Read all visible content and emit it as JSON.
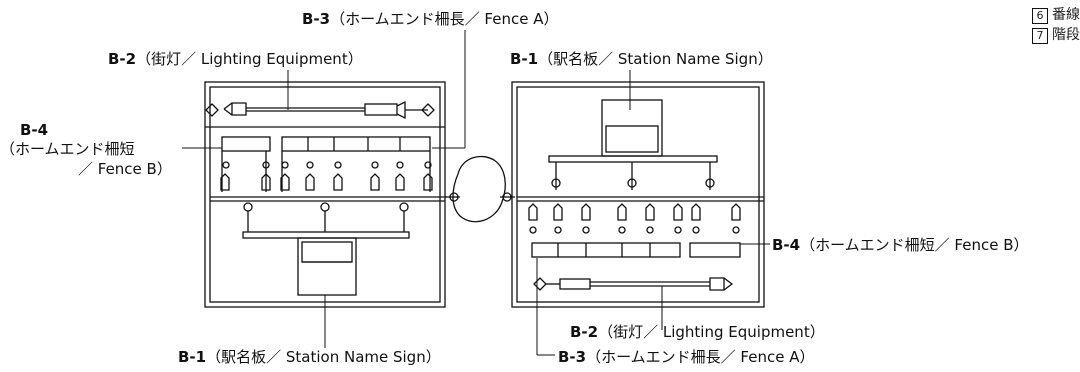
{
  "labels": {
    "b3_top": {
      "code": "B-3",
      "text": "（ホームエンド柵長／ Fence A）"
    },
    "b2_top": {
      "code": "B-2",
      "text": "（街灯／ Lighting Equipment）"
    },
    "b1_top": {
      "code": "B-1",
      "text": "（駅名板／ Station Name Sign）"
    },
    "b4_left_code": "B-4",
    "b4_left_line1": "（ホームエンド柵短",
    "b4_left_line2": "／ Fence B）",
    "b4_right": {
      "code": "B-4",
      "text": "（ホームエンド柵短／ Fence B）"
    },
    "b2_bottom": {
      "code": "B-2",
      "text": "（街灯／ Lighting Equipment）"
    },
    "b1_bottom": {
      "code": "B-1",
      "text": "（駅名板／ Station Name Sign）"
    },
    "b3_bottom": {
      "code": "B-3",
      "text": "（ホームエンド柵長／ Fence A）"
    }
  },
  "corner_list": [
    {
      "num": "6",
      "text": "番線表"
    },
    {
      "num": "7",
      "text": "階段用"
    }
  ],
  "colors": {
    "line": "#111111",
    "fill": "#ffffff"
  }
}
